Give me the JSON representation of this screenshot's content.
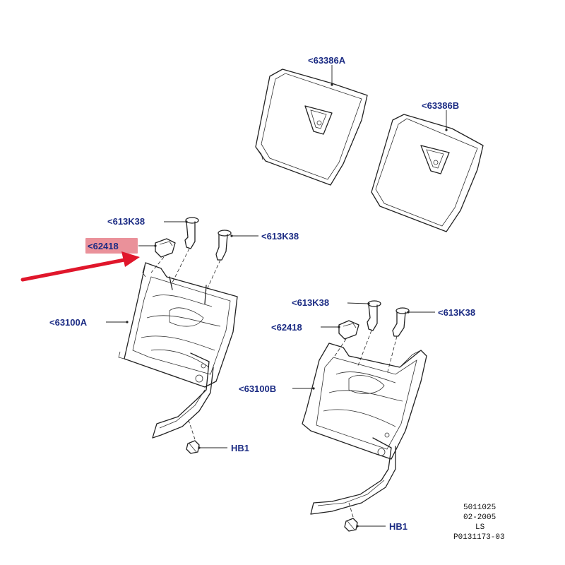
{
  "callouts": {
    "c_63386A": "<63386A",
    "c_63386B": "<63386B",
    "c_613K38_a": "<613K38",
    "c_613K38_b": "<613K38",
    "c_62418_a": "<62418",
    "c_63100A": "<63100A",
    "c_613K38_c": "<613K38",
    "c_613K38_d": "<613K38",
    "c_62418_b": "<62418",
    "c_63100B": "<63100B",
    "c_HB1_a": "HB1",
    "c_HB1_b": "HB1"
  },
  "highlight_color": "#e8858f",
  "arrow_color": "#e0162b",
  "callout_color": "#1c2c84",
  "reference": {
    "line1": "5011025",
    "line2": "02-2005",
    "line3": "LS",
    "line4": "P0131173-03"
  }
}
